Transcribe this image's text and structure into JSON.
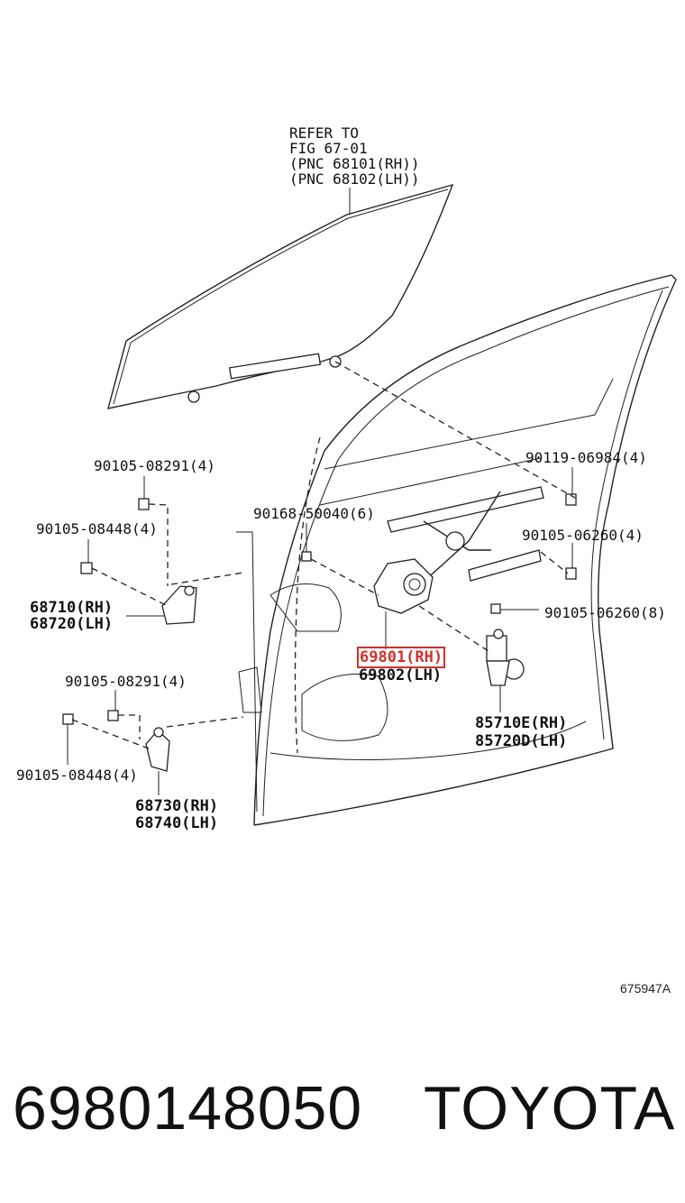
{
  "refer": [
    "REFER TO",
    "FIG 67-01",
    "(PNC 68101(RH))",
    "(PNC 68102(LH))"
  ],
  "labels": {
    "b1": "90105-08291(4)",
    "b2": "90105-08448(4)",
    "hinge_upper_rh": "68710(RH)",
    "hinge_upper_lh": "68720(LH)",
    "b3": "90105-08291(4)",
    "b4": "90105-08448(4)",
    "hinge_lower_rh": "68730(RH)",
    "hinge_lower_lh": "68740(LH)",
    "b5": "90168-50040(6)",
    "regulator_rh": "69801(RH)",
    "regulator_lh": "69802(LH)",
    "b6": "90119-06984(4)",
    "b7": "90105-06260(4)",
    "b8": "90105-06260(8)",
    "motor_rh": "85710E(RH)",
    "motor_lh": "85720D(LH)"
  },
  "figure_id": "675947A",
  "part_number": "6980148050",
  "brand": "TOYOTA",
  "highlight_color": "#d0312d"
}
